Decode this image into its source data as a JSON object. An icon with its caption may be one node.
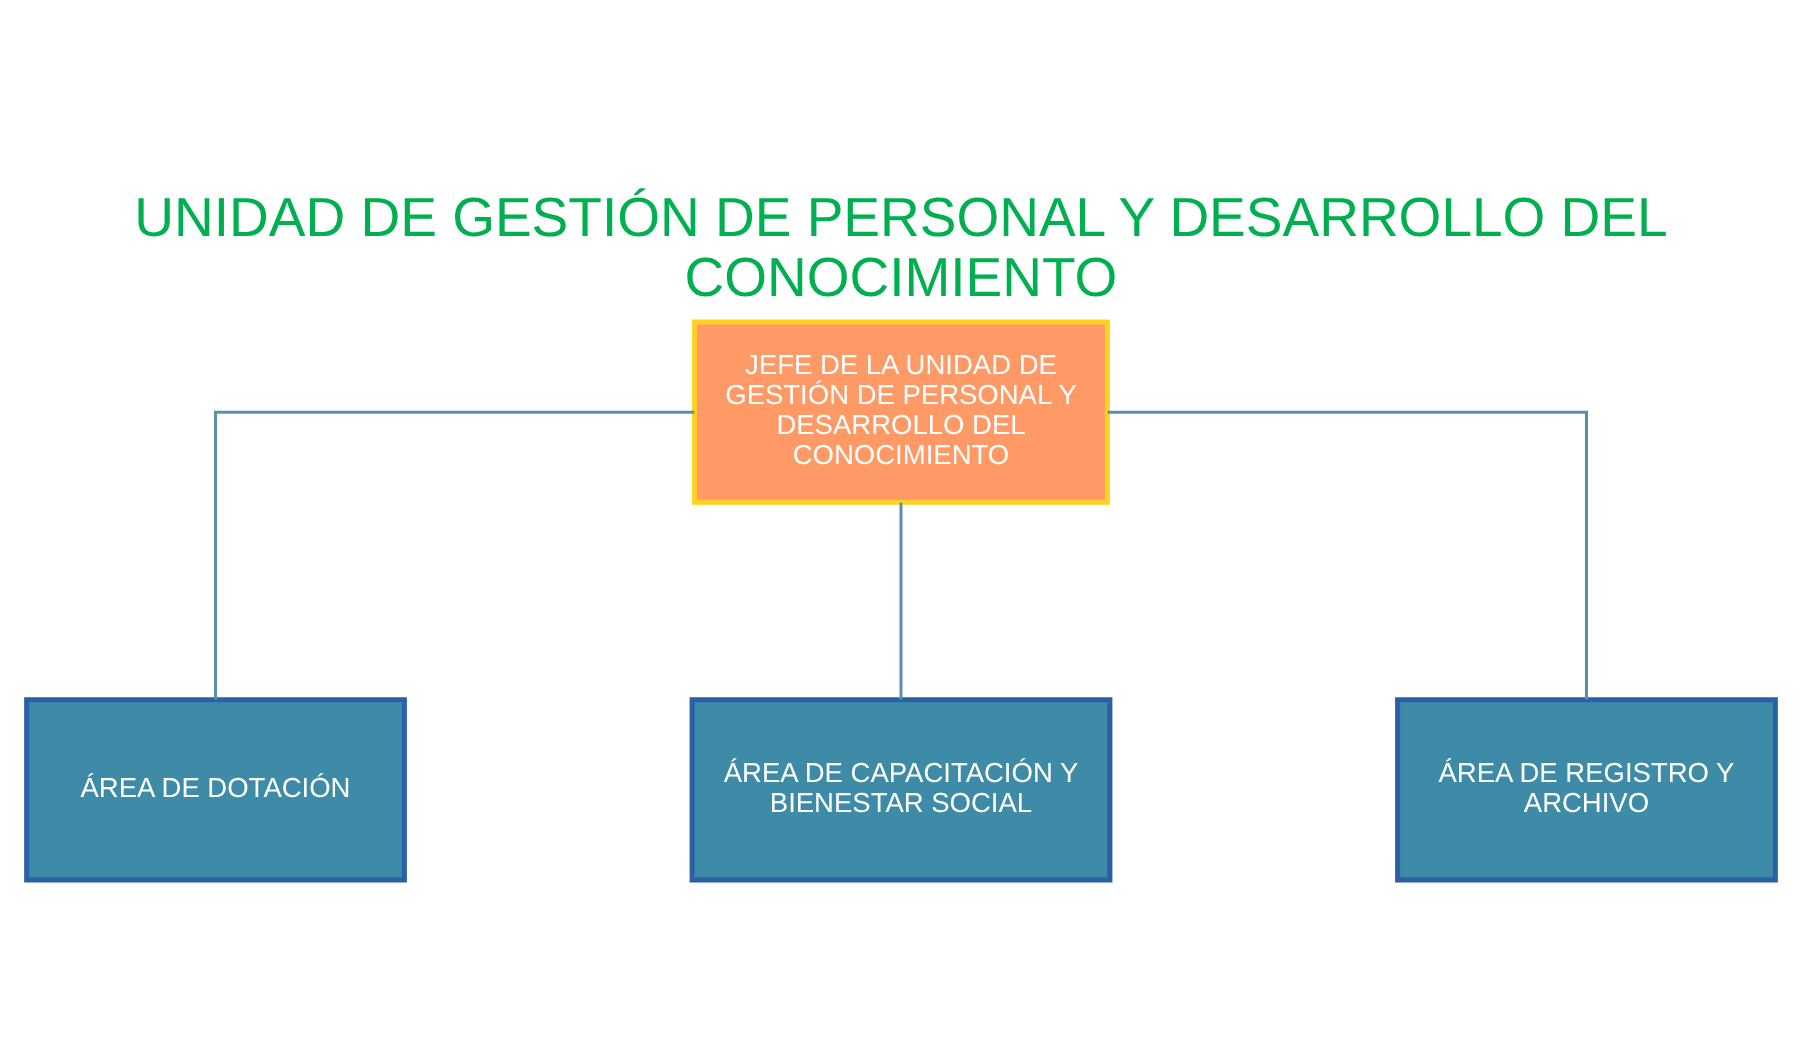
{
  "diagram": {
    "title": "UNIDAD DE GESTIÓN DE PERSONAL Y DESARROLLO DEL CONOCIMIENTO",
    "nodes": [
      {
        "text": [
          "JEFE DE LA UNIDAD DE GESTIÓN DE PERSONAL Y DESARROLLO DEL CONOCIMIENTO"
        ]
      },
      {
        "text": [
          "ÁREA DE DOTACIÓN"
        ]
      },
      {
        "text": [
          "ÁREA DE CAPACITACIÓN Y BIENESTAR SOCIAL"
        ]
      },
      {
        "text": [
          "ÁREA DE REGISTRO Y ARCHIVO"
        ]
      }
    ],
    "edges": [
      {
        "from": 0,
        "to": 1,
        "arrow": "none"
      },
      {
        "from": 0,
        "to": 2,
        "arrow": "none"
      },
      {
        "from": 0,
        "to": 3,
        "arrow": "none"
      }
    ]
  }
}
